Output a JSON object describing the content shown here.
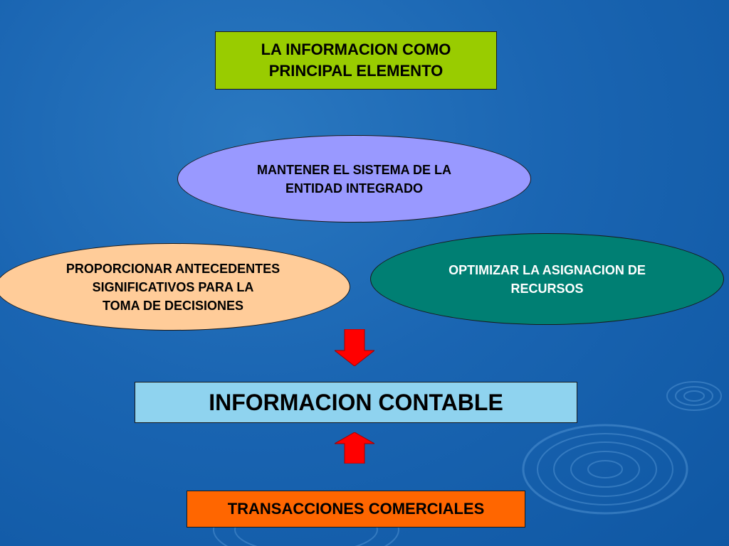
{
  "diagram": {
    "title": "LA INFORMACION COMO\nPRINCIPAL ELEMENTO",
    "objectives": {
      "top": "MANTENER EL SISTEMA DE LA\nENTIDAD INTEGRADO",
      "left": "PROPORCIONAR ANTECEDENTES\nSIGNIFICATIVOS PARA LA\nTOMA DE DECISIONES",
      "right": "OPTIMIZAR LA ASIGNACION DE\nRECURSOS"
    },
    "main": "INFORMACION CONTABLE",
    "source": "TRANSACCIONES COMERCIALES"
  },
  "colors": {
    "title_box": "#99cc00",
    "ellipse_top": "#9999ff",
    "ellipse_left": "#ffcc99",
    "ellipse_right": "#007f73",
    "main_box": "#8fd3ef",
    "source_box": "#ff6600",
    "arrows": "#ff0000"
  }
}
